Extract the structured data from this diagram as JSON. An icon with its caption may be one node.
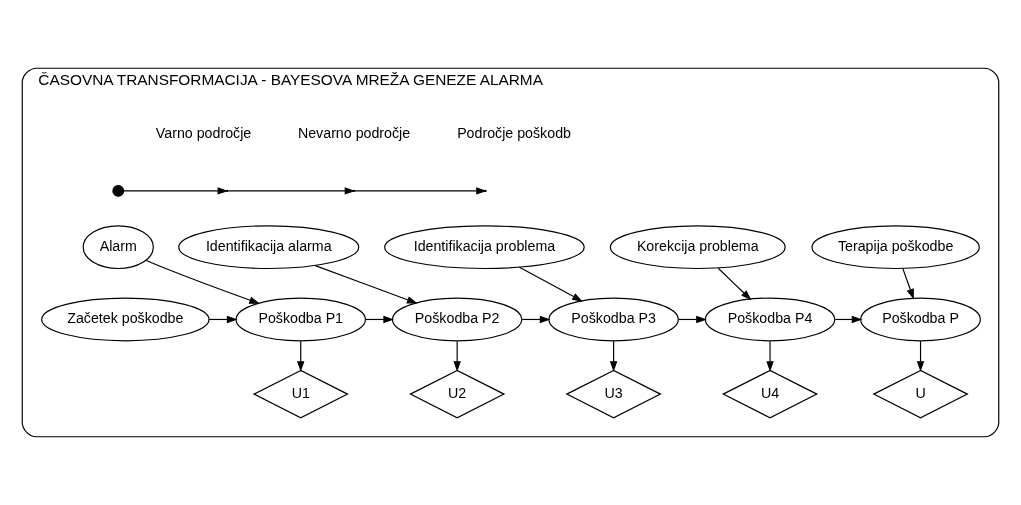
{
  "diagram": {
    "nodes": [
      {
        "text": [
          "ČASOVNA TRANSFORMACIJA - BAYESOVA MREŽA GENEZE ALARMA"
        ]
      },
      {
        "text": [],
        "shape": "circle",
        "in": 0
      },
      {
        "text": [
          "Alarm"
        ],
        "in": 0
      },
      {
        "text": [
          "Identifikacija alarma"
        ],
        "in": 0
      },
      {
        "text": [
          "Identifikacija problema"
        ],
        "in": 0
      },
      {
        "text": [
          "Korekcija problema"
        ],
        "in": 0
      },
      {
        "text": [
          "Terapija poškodbe"
        ],
        "in": 0
      },
      {
        "text": [
          "Začetek poškodbe"
        ],
        "in": 0
      },
      {
        "text": [
          "Poškodba P1"
        ],
        "in": 0
      },
      {
        "text": [
          "Poškodba P2"
        ],
        "in": 0
      },
      {
        "text": [
          "Poškodba P3"
        ],
        "in": 0
      },
      {
        "text": [
          "Poškodba P4"
        ],
        "in": 0
      },
      {
        "text": [
          "Poškodba P"
        ],
        "in": 0
      },
      {
        "text": [
          "U1"
        ],
        "in": 0
      },
      {
        "text": [
          "U2"
        ],
        "in": 0
      },
      {
        "text": [
          "U3"
        ],
        "in": 0
      },
      {
        "text": [
          "U4"
        ],
        "in": 0
      },
      {
        "text": [
          "U"
        ],
        "in": 0
      }
    ],
    "edges": [
      {
        "from": 1,
        "to": null,
        "arrow": "to"
      },
      {
        "from": 2,
        "to": 8,
        "arrow": "to"
      },
      {
        "from": 3,
        "to": 9,
        "arrow": "to"
      },
      {
        "from": 4,
        "to": 10,
        "arrow": "to"
      },
      {
        "from": 5,
        "to": 11,
        "arrow": "to"
      },
      {
        "from": 6,
        "to": 12,
        "arrow": "to"
      },
      {
        "from": 7,
        "to": 8,
        "arrow": "to"
      },
      {
        "from": 8,
        "to": 9,
        "arrow": "to"
      },
      {
        "from": 9,
        "to": 10,
        "arrow": "to"
      },
      {
        "from": 10,
        "to": 11,
        "arrow": "to"
      },
      {
        "from": 11,
        "to": 12,
        "arrow": "to"
      },
      {
        "from": 8,
        "to": 13,
        "arrow": "to"
      },
      {
        "from": 9,
        "to": 14,
        "arrow": "to"
      },
      {
        "from": 10,
        "to": 15,
        "arrow": "to"
      },
      {
        "from": 11,
        "to": 16,
        "arrow": "to"
      },
      {
        "from": 12,
        "to": 17,
        "arrow": "to"
      }
    ],
    "labels": [
      "Varno področje",
      "Nevarno področje",
      "Področje poškodb"
    ]
  }
}
